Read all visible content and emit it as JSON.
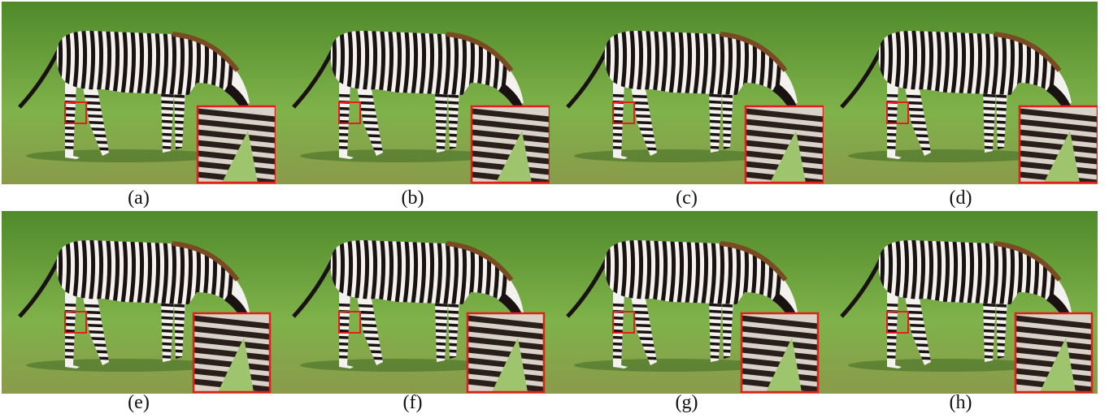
{
  "figure": {
    "panels": [
      {
        "id": "a",
        "label": "(a)"
      },
      {
        "id": "b",
        "label": "(b)"
      },
      {
        "id": "c",
        "label": "(c)"
      },
      {
        "id": "d",
        "label": "(d)"
      },
      {
        "id": "e",
        "label": "(e)"
      },
      {
        "id": "f",
        "label": "(f)"
      },
      {
        "id": "g",
        "label": "(g)"
      },
      {
        "id": "h",
        "label": "(h)"
      }
    ],
    "colors": {
      "grass_light": "#7fb24a",
      "grass_dark": "#4f8a2a",
      "zebra_black": "#1a1212",
      "zebra_white": "#f4f2ee",
      "highlight_box": "#e0201c"
    }
  }
}
